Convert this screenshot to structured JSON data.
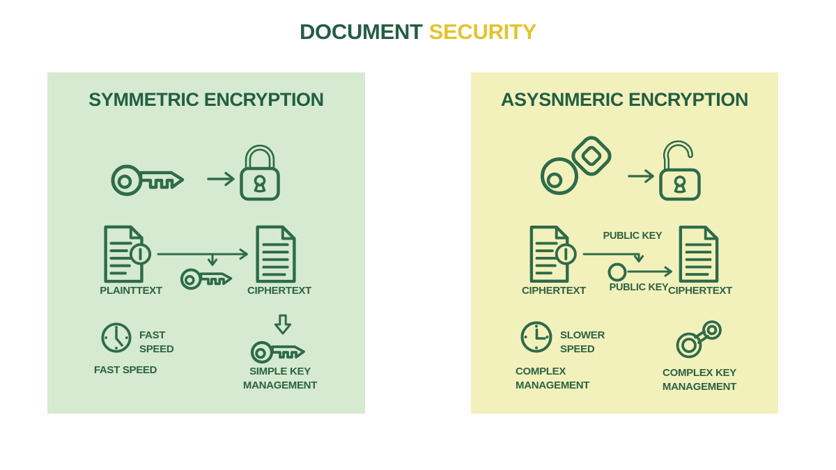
{
  "title": {
    "word1": "DOCUMENT",
    "word2": "SECURITY"
  },
  "colors": {
    "page_bg": "#ffffff",
    "title_green": "#235e43",
    "title_yellow": "#e3c42f",
    "icon_green": "#2e6b4b",
    "label_green": "#2c6245",
    "panel_green_bg": "#d5ead0",
    "panel_yellow_bg": "#f3f1bb"
  },
  "symmetric_panel": {
    "title": "SYMMETRIC ENCRYPTION",
    "icons": [
      "key-icon",
      "arrow-right-icon",
      "closed-padlock-icon",
      "document-alert-icon",
      "key-icon",
      "document-text-icon",
      "clock-icon",
      "down-arrow-icon",
      "key-icon"
    ],
    "labels": {
      "plaintext": "PLAINTTEXT",
      "ciphertext": "CIPHERTEXT",
      "speed_beside_clock": "FAST SPEED",
      "speed_below_clock": "FAST SPEED",
      "key_management": "SIMPLE KEY MANAGEMENT"
    }
  },
  "asymmetric_panel": {
    "title": "ASYSNMERIC ENCRYPTION",
    "icons": [
      "key-fob-icon",
      "arrow-right-icon",
      "open-padlock-icon",
      "document-alert-icon",
      "public-key-circle-icon",
      "document-text-icon",
      "clock-icon",
      "linked-rings-icon"
    ],
    "labels": {
      "public_key_top": "PUBLIC KEY",
      "ciphertext_left": "CIPHERTEXT",
      "public_key_bottom": "PUBLIC KEY",
      "ciphertext_right": "CIPHERTEXT",
      "speed_beside_clock": "SLOWER SPEED",
      "management_below_clock": "COMPLEX MANAGEMENT",
      "key_management": "COMPLEX KEY MANAGEMENT"
    }
  }
}
